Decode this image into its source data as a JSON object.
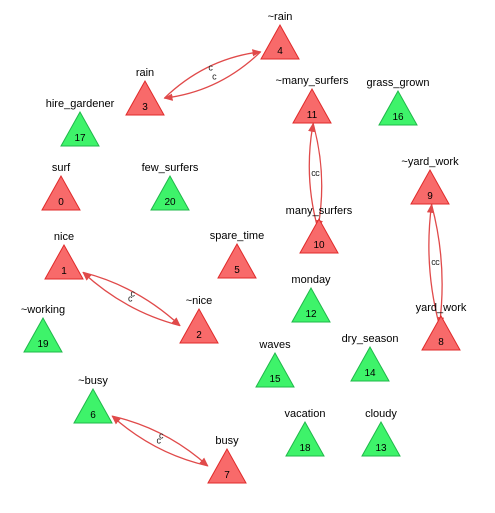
{
  "colors": {
    "red_fill": "#f86a6a",
    "red_stroke": "#e02a2a",
    "green_fill": "#3ef36a",
    "green_stroke": "#1fb84a",
    "edge": "#e04a4a"
  },
  "nodes": [
    {
      "id": "0",
      "label": "surf",
      "kind": "red"
    },
    {
      "id": "1",
      "label": "nice",
      "kind": "red"
    },
    {
      "id": "2",
      "label": "~nice",
      "kind": "red"
    },
    {
      "id": "3",
      "label": "rain",
      "kind": "red"
    },
    {
      "id": "4",
      "label": "~rain",
      "kind": "red"
    },
    {
      "id": "5",
      "label": "spare_time",
      "kind": "red"
    },
    {
      "id": "6",
      "label": "~busy",
      "kind": "green"
    },
    {
      "id": "7",
      "label": "busy",
      "kind": "red"
    },
    {
      "id": "8",
      "label": "yard_work",
      "kind": "red"
    },
    {
      "id": "9",
      "label": "~yard_work",
      "kind": "red"
    },
    {
      "id": "10",
      "label": "many_surfers",
      "kind": "red"
    },
    {
      "id": "11",
      "label": "~many_surfers",
      "kind": "red"
    },
    {
      "id": "12",
      "label": "monday",
      "kind": "green"
    },
    {
      "id": "13",
      "label": "cloudy",
      "kind": "green"
    },
    {
      "id": "14",
      "label": "dry_season",
      "kind": "green"
    },
    {
      "id": "15",
      "label": "waves",
      "kind": "green"
    },
    {
      "id": "16",
      "label": "grass_grown",
      "kind": "green"
    },
    {
      "id": "17",
      "label": "hire_gardener",
      "kind": "green"
    },
    {
      "id": "18",
      "label": "vacation",
      "kind": "green"
    },
    {
      "id": "19",
      "label": "~working",
      "kind": "green"
    },
    {
      "id": "20",
      "label": "few_surfers",
      "kind": "green"
    }
  ],
  "edges": [
    {
      "from": "4",
      "to": "3",
      "label": "c"
    },
    {
      "from": "3",
      "to": "4",
      "label": "c"
    },
    {
      "from": "2",
      "to": "1",
      "label": "c"
    },
    {
      "from": "1",
      "to": "2",
      "label": "c"
    },
    {
      "from": "10",
      "to": "11",
      "label": "c"
    },
    {
      "from": "11",
      "to": "10",
      "label": "c"
    },
    {
      "from": "9",
      "to": "8",
      "label": "c"
    },
    {
      "from": "8",
      "to": "9",
      "label": "c"
    },
    {
      "from": "6",
      "to": "7",
      "label": "c"
    },
    {
      "from": "7",
      "to": "6",
      "label": "c"
    }
  ]
}
